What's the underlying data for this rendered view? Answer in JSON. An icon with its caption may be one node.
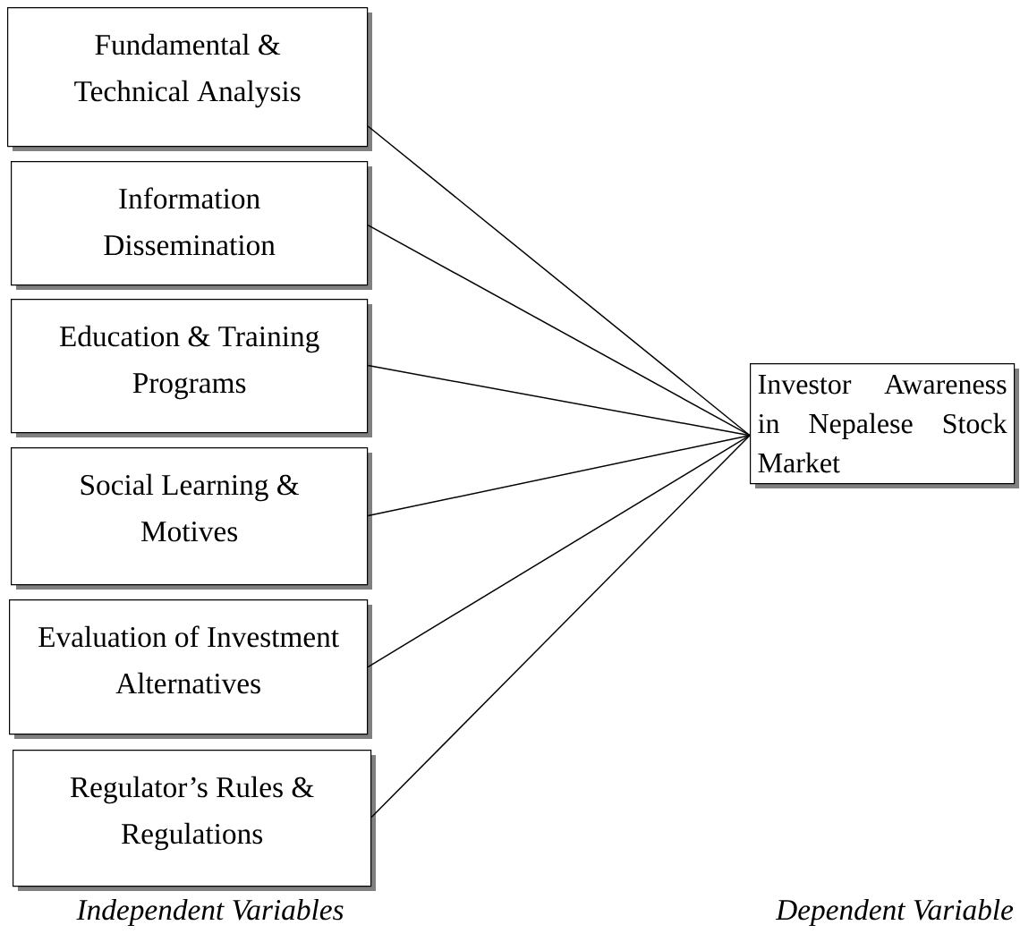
{
  "diagram": {
    "nodes": [
      {
        "text": [
          "Fundamental & Technical Analysis"
        ]
      },
      {
        "text": [
          "Information Dissemination"
        ]
      },
      {
        "text": [
          "Education & Training Programs"
        ]
      },
      {
        "text": [
          "Social Learning & Motives"
        ]
      },
      {
        "text": [
          "Evaluation of Investment Alternatives"
        ]
      },
      {
        "text": [
          "Regulator’s Rules & Regulations"
        ]
      },
      {
        "text": [
          "Investor Awareness in Nepalese Stock Market"
        ]
      }
    ],
    "edges": [
      {
        "from": 0,
        "to": 6,
        "arrow": "none"
      },
      {
        "from": 1,
        "to": 6,
        "arrow": "none"
      },
      {
        "from": 2,
        "to": 6,
        "arrow": "none"
      },
      {
        "from": 3,
        "to": 6,
        "arrow": "none"
      },
      {
        "from": 4,
        "to": 6,
        "arrow": "none"
      },
      {
        "from": 5,
        "to": 6,
        "arrow": "none"
      }
    ],
    "labels": [
      "Independent Variables",
      "Dependent Variable"
    ]
  }
}
